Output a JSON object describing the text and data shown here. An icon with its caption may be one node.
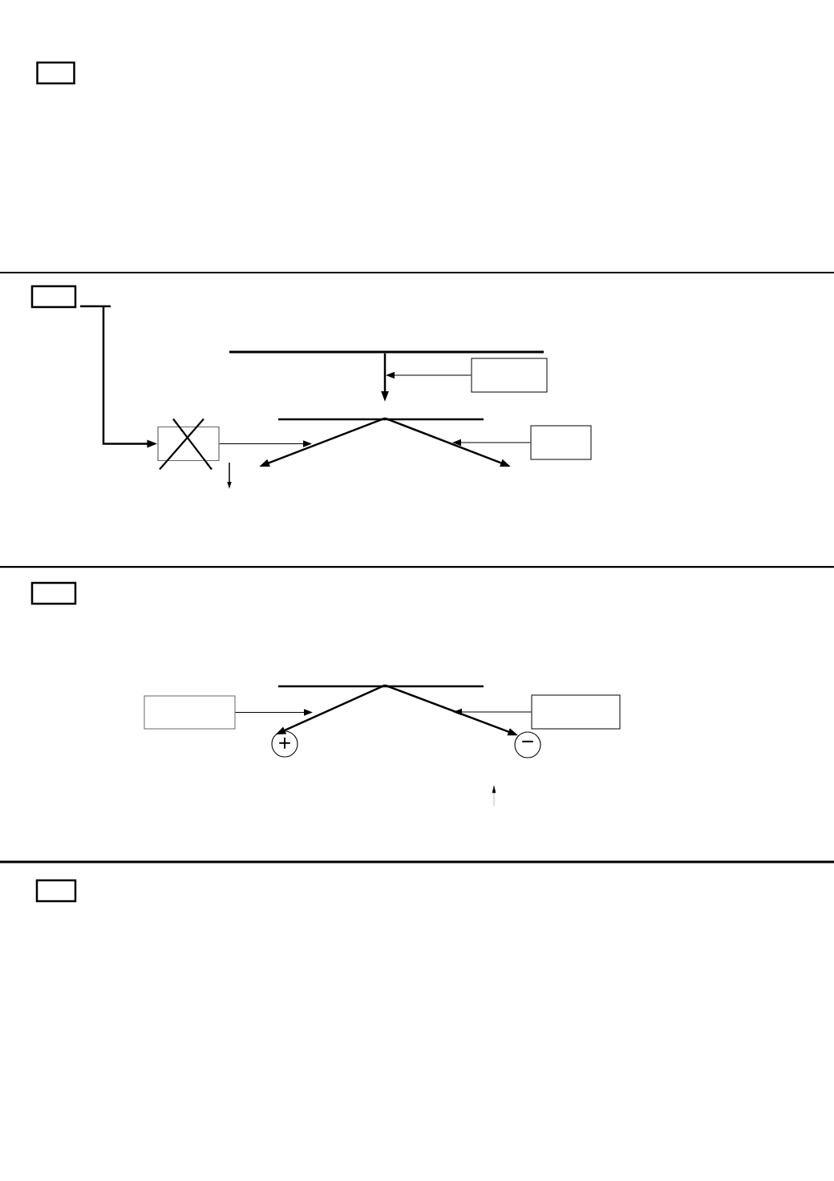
{
  "diagram": {
    "nodes": [
      {
        "text": [],
        "shape": "box"
      },
      {
        "text": [],
        "shape": "box"
      },
      {
        "text": [],
        "shape": "bar"
      },
      {
        "text": [],
        "shape": "bar"
      },
      {
        "text": [],
        "shape": "box"
      },
      {
        "text": [],
        "shape": "box"
      },
      {
        "text": [],
        "shape": "bar"
      },
      {
        "text": [],
        "shape": "box"
      },
      {
        "text": [],
        "shape": "box"
      },
      {
        "text": [],
        "shape": "bar"
      },
      {
        "text": [],
        "shape": "box"
      },
      {
        "text": [],
        "shape": "box"
      },
      {
        "text": [
          "+"
        ]
      },
      {
        "text": [
          "−"
        ]
      },
      {
        "text": [],
        "shape": "box"
      }
    ],
    "edges": [
      {
        "from": 2,
        "to": 5,
        "arrow": "to"
      },
      {
        "from": 3,
        "to": null,
        "arrow": "to"
      },
      {
        "from": 4,
        "to": null,
        "arrow": "to"
      },
      {
        "from": 5,
        "to": null,
        "arrow": "to"
      },
      {
        "from": 6,
        "to": null,
        "arrow": "to"
      },
      {
        "from": 6,
        "to": null,
        "arrow": "to"
      },
      {
        "from": 7,
        "to": null,
        "arrow": "to"
      },
      {
        "from": 9,
        "to": 12,
        "arrow": "to"
      },
      {
        "from": 9,
        "to": 13,
        "arrow": "to"
      },
      {
        "from": 10,
        "to": null,
        "arrow": "to"
      },
      {
        "from": 11,
        "to": null,
        "arrow": "to"
      }
    ]
  }
}
